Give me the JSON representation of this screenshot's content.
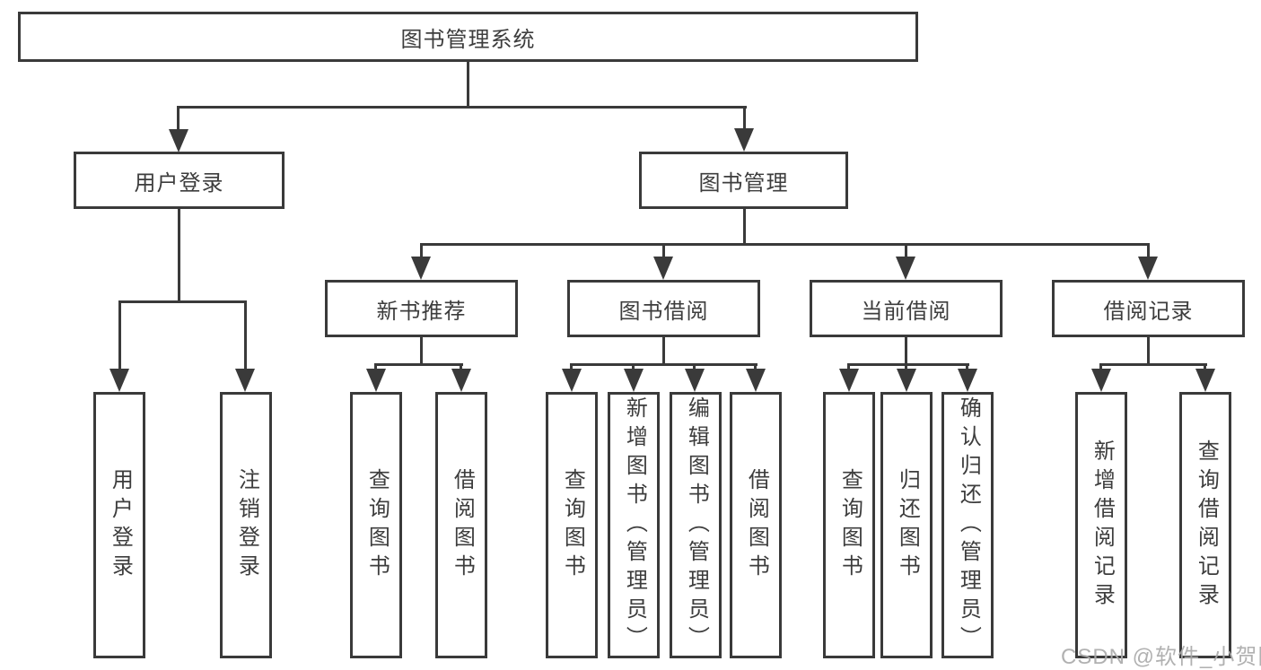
{
  "diagram": {
    "root": {
      "label": "图书管理系统"
    },
    "level2": {
      "user_login": {
        "label": "用户登录"
      },
      "book_management": {
        "label": "图书管理"
      }
    },
    "level3": {
      "new_book_recommend": {
        "label": "新书推荐"
      },
      "book_borrowing": {
        "label": "图书借阅"
      },
      "current_borrowing": {
        "label": "当前借阅"
      },
      "borrow_records": {
        "label": "借阅记录"
      }
    },
    "leaves": {
      "user_login": "用户登录",
      "logout_login": "注销登录",
      "query_books_recommend": "查询图书",
      "borrow_books_recommend": "借阅图书",
      "query_books_borrowing": "查询图书",
      "add_books_admin": "新增图书（管理员）",
      "edit_books_admin": "编辑图书（管理员）",
      "borrow_books_borrowing": "借阅图书",
      "query_books_current": "查询图书",
      "return_books": "归还图书",
      "confirm_return_admin": "确认归还（管理员）",
      "add_borrow_record": "新增借阅记录",
      "query_borrow_record": "查询借阅记录"
    }
  },
  "watermark": {
    "text": "CSDN @软件_小贺同学"
  },
  "colors": {
    "line": "#3a3a3a",
    "text": "#3d3d3d",
    "watermark": "#aaaaaa",
    "background": "#ffffff"
  }
}
